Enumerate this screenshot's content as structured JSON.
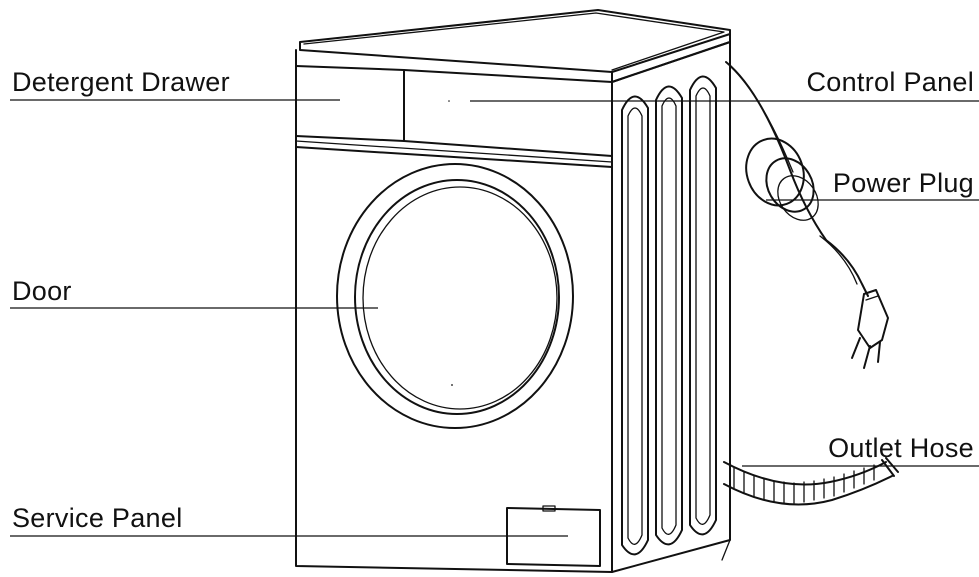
{
  "labels": {
    "detergent_drawer": "Detergent Drawer",
    "control_panel": "Control Panel",
    "power_plug": "Power Plug",
    "door": "Door",
    "outlet_hose": "Outlet Hose",
    "service_panel": "Service Panel"
  },
  "colors": {
    "line": "#111111",
    "background": "#ffffff"
  }
}
